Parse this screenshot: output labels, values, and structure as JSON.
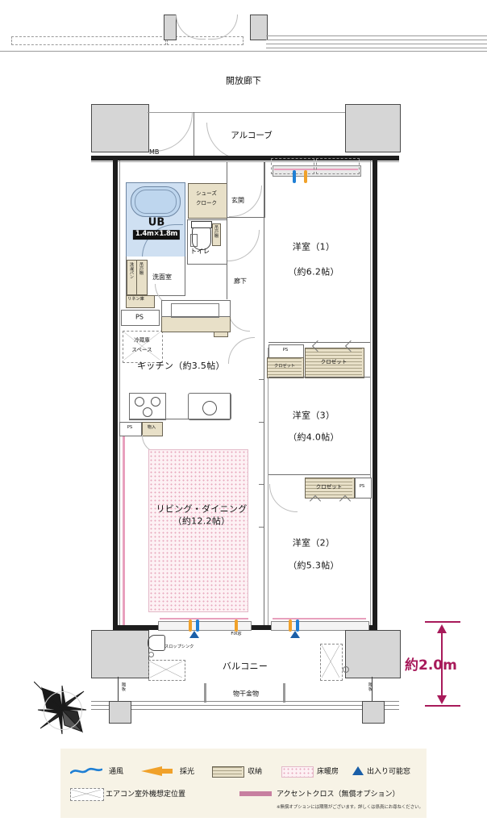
{
  "plan": {
    "title": "開放廊下",
    "alcove": "アルコーブ",
    "mb": "MB",
    "entrance": "玄関",
    "shoes_closet": "シューズ\nクローク",
    "shoes_closet_l1": "シューズ",
    "shoes_closet_l2": "クローク",
    "toilet": "トイレ",
    "washroom": "洗面室",
    "corridor": "廊下",
    "ub_label": "UB",
    "ub_dim": "1.4m×1.8m",
    "linen": "リネン庫",
    "hanging_cabinet": "吊戸棚",
    "washer_pan": "洗濯パン",
    "fridge_space_l1": "冷蔵庫",
    "fridge_space_l2": "スペース",
    "kitchen": "キッチン（約3.5帖）",
    "living": "リビング・ダイニング",
    "living_size": "（約12.2帖）",
    "closet": "クロゼット",
    "ps": "PS",
    "storage_box": "物入",
    "room1": "洋室（1）",
    "room1_size": "（約6.2帖）",
    "room2": "洋室（2）",
    "room2_size": "（約5.3帖）",
    "room3": "洋室（3）",
    "room3_size": "（約4.0帖）",
    "balcony": "バルコニー",
    "slop_sink": "スロップシンク",
    "drying_rack": "物干金物",
    "partition_left": "隔板",
    "partition_right": "隔板",
    "fix_window": "FIX窓"
  },
  "dimension": {
    "value": "約2.0m",
    "color": "#a81a5a"
  },
  "legend": {
    "ventilation": "通風",
    "daylight": "採光",
    "storage": "収納",
    "floor_heating": "床暖房",
    "accessible_window": "出入り可能窓",
    "ac_outdoor_unit": "エアコン室外機想定位置",
    "accent_cross": "アクセントクロス（無償オプション）",
    "note": "※無償オプションには期限がございます。詳しくは係員にお尋ねください。",
    "colors": {
      "ventilation": "#1f7fd4",
      "daylight": "#f0a12a",
      "storage_fill": "#e8e0c8",
      "floor_heating": "#f5d6e0",
      "accessible_window": "#1a5fa8",
      "accent_cross": "#c77fa0",
      "background": "#f7f3e6"
    }
  },
  "compass": {
    "name": "compass-rose-north-west"
  }
}
